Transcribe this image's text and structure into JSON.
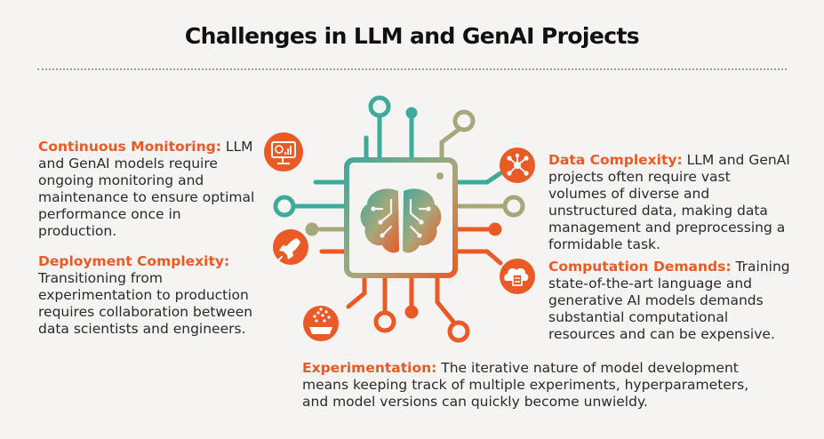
{
  "title": "Challenges in LLM and GenAI Projects",
  "colors": {
    "accent": "#ea5a26",
    "teal": "#3fa99a",
    "olive": "#a8a77a",
    "text": "#2a2a2a",
    "background": "#f6f4f2"
  },
  "blocks": {
    "monitoring": {
      "label": "Continuous Monitoring:",
      "text": " LLM and GenAI models require ongoing monitoring and maintenance to ensure optimal performance once in production."
    },
    "deployment": {
      "label": "Deployment Complexity:",
      "text": "Transitioning from experimentation to production requires collaboration between data scientists and engineers."
    },
    "data": {
      "label": "Data Complexity:",
      "text": " LLM and GenAI projects often require vast volumes of diverse and unstructured data, making data management and preprocessing a formidable task."
    },
    "compute": {
      "label": "Computation Demands:",
      "text": " Training state-of-the-art language and generative AI models demands substantial computational resources and can be expensive."
    },
    "experimentation": {
      "label": "Experimentation:",
      "text": " The iterative nature of model development means keeping track of multiple experiments, hyperparameters, and model versions can quickly become unwieldy."
    }
  },
  "icons": {
    "chip": "chip-icon",
    "brain": "brain-circuit-icon",
    "monitoring": "monitor-chart-icon",
    "deployment": "rocket-icon",
    "data": "data-network-icon",
    "compute": "cloud-server-icon",
    "experimentation": "flask-experiment-icon"
  }
}
